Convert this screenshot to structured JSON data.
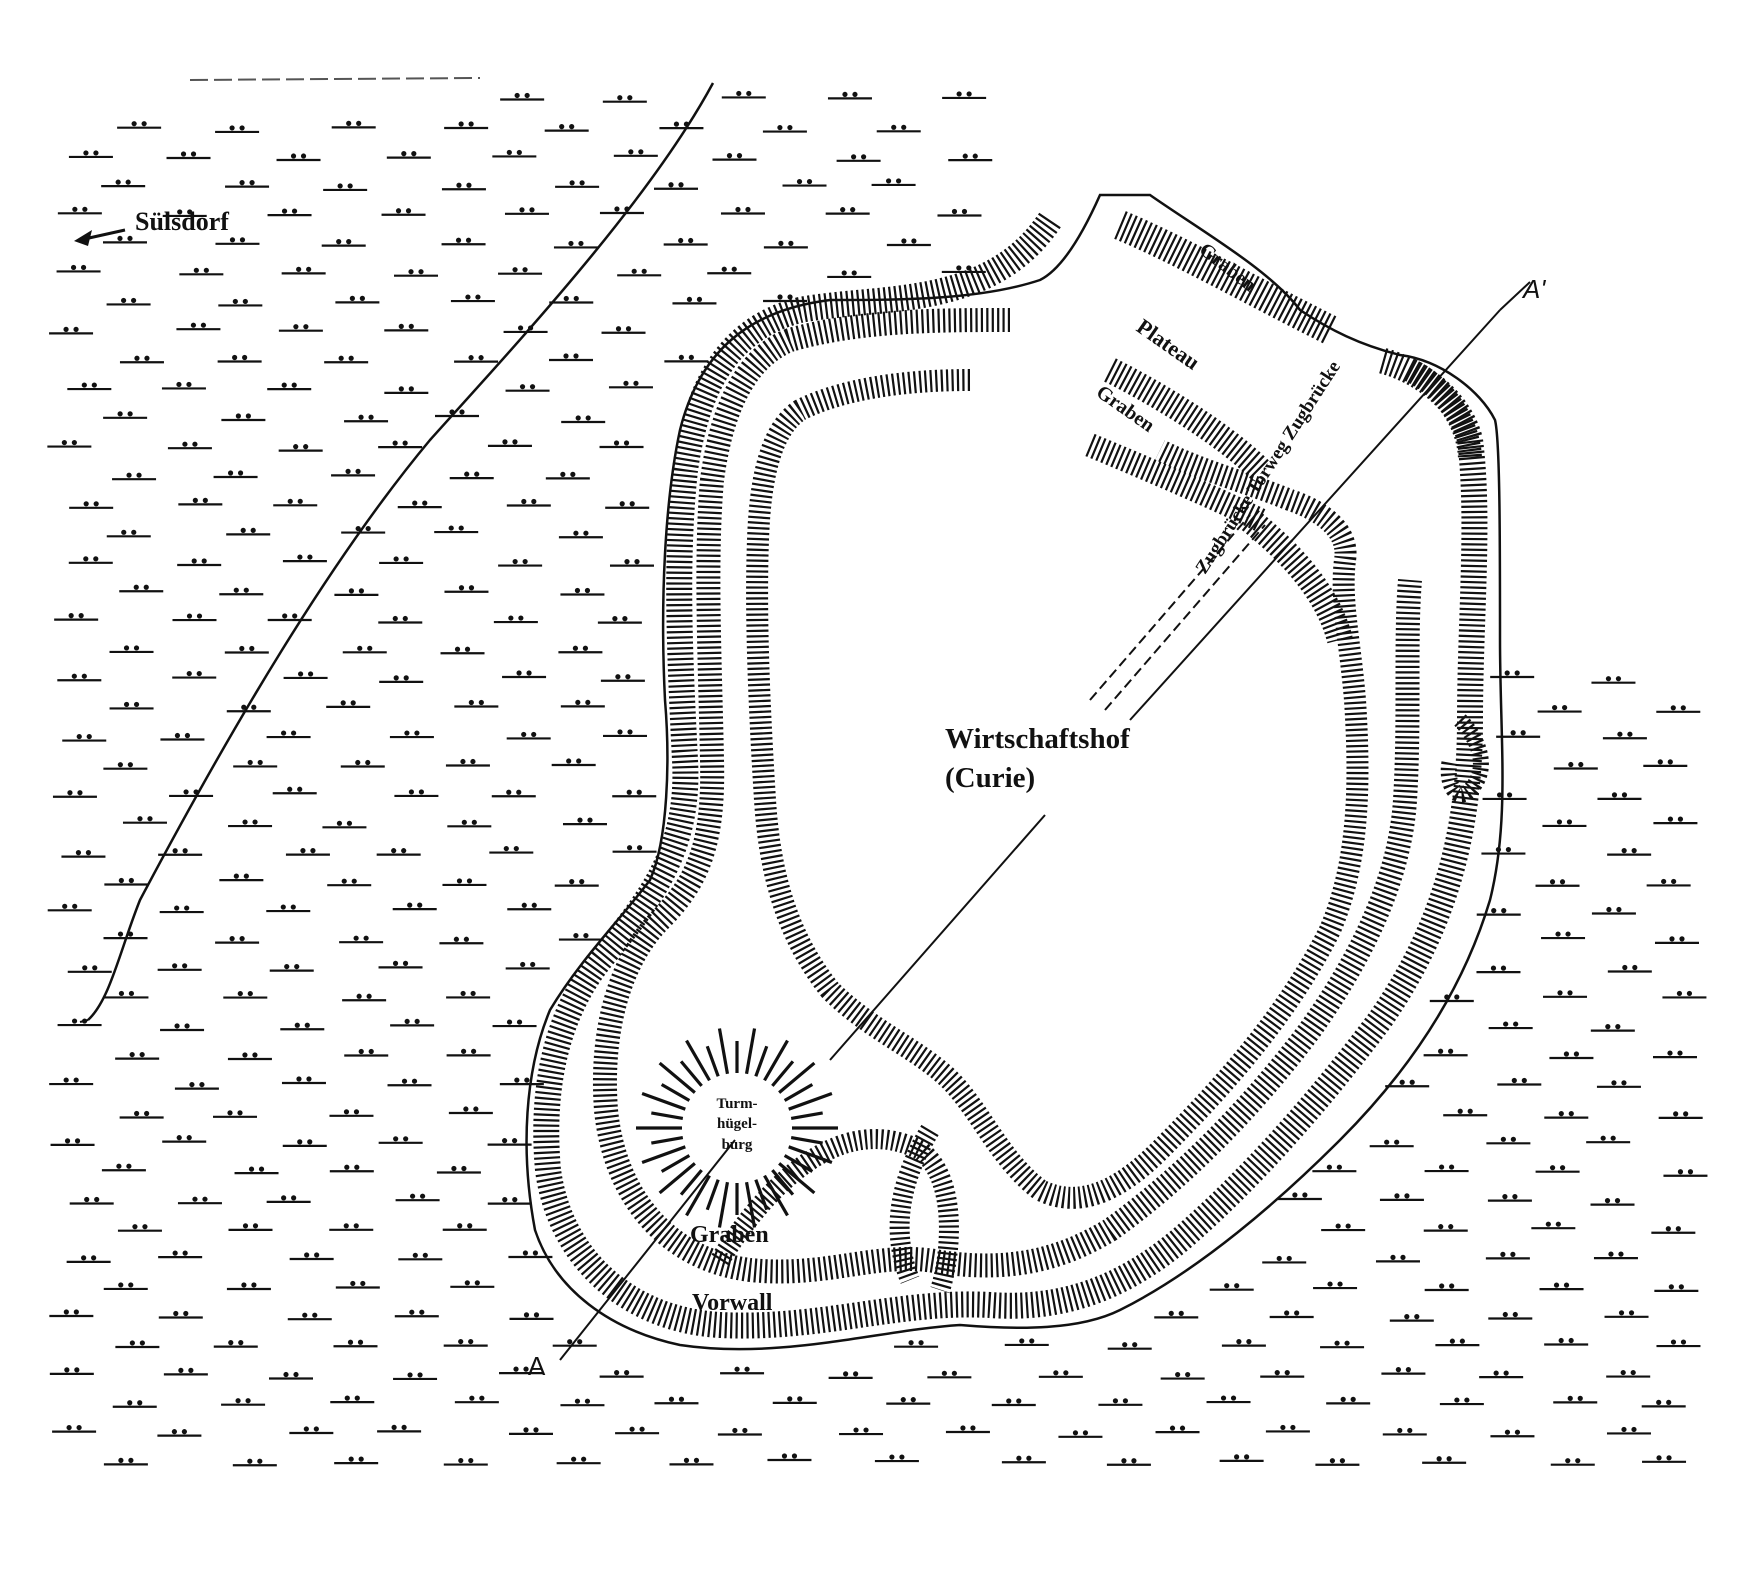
{
  "map": {
    "labels": {
      "village": "Sülsdorf",
      "curie_line1": "Wirtschaftshof",
      "curie_line2": "(Curie)",
      "mound_line1": "Turm-",
      "mound_line2": "hügel-",
      "mound_line3": "burg",
      "moat_inner": "Graben",
      "forewall": "Vorwall",
      "moat_north": "Graben",
      "moat_north2": "Graben",
      "plateau": "Plateau",
      "bridge_gate": "Zugbrücke Torweg Zugbrücke",
      "section_start": "A",
      "section_end": "A'"
    },
    "colors": {
      "ink": "#111111",
      "paper": "#ffffff"
    }
  }
}
